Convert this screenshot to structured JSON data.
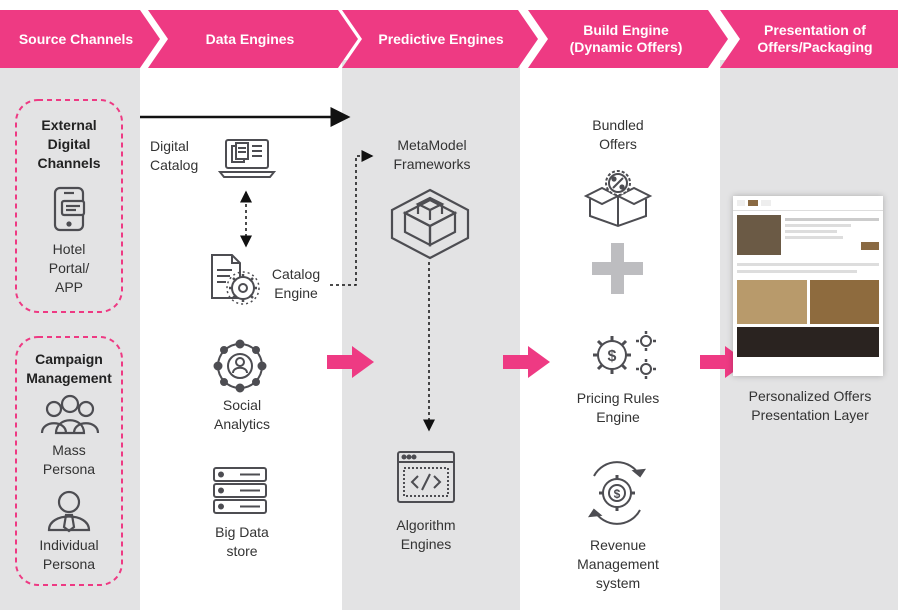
{
  "headers": [
    {
      "label": "Source Channels"
    },
    {
      "label": "Data Engines"
    },
    {
      "label": "Predictive Engines"
    },
    {
      "label": "Build Engine\n(Dynamic Offers)"
    },
    {
      "label": "Presentation of\nOffers/Packaging"
    }
  ],
  "source_channels": {
    "external_title": "External\nDigital\nChannels",
    "hotel_portal": "Hotel\nPortal/\nAPP",
    "campaign_title": "Campaign\nManagement",
    "mass_persona": "Mass\nPersona",
    "individual_persona": "Individual\nPersona"
  },
  "data_engines": {
    "digital_catalog": "Digital\nCatalog",
    "catalog_engine": "Catalog\nEngine",
    "social_analytics": "Social\nAnalytics",
    "big_data_store": "Big Data\nstore"
  },
  "predictive_engines": {
    "metamodel": "MetaModel\nFrameworks",
    "algorithm_engines": "Algorithm\nEngines"
  },
  "build_engine": {
    "bundled_offers": "Bundled\nOffers",
    "pricing_rules": "Pricing Rules\nEngine",
    "revenue_management": "Revenue\nManagement\nsystem"
  },
  "presentation": {
    "personalized_offers": "Personalized Offers\nPresentation Layer"
  },
  "colors": {
    "accent": "#EE3A83",
    "column_bg": "#E3E3E4",
    "icon": "#4D4D52"
  }
}
